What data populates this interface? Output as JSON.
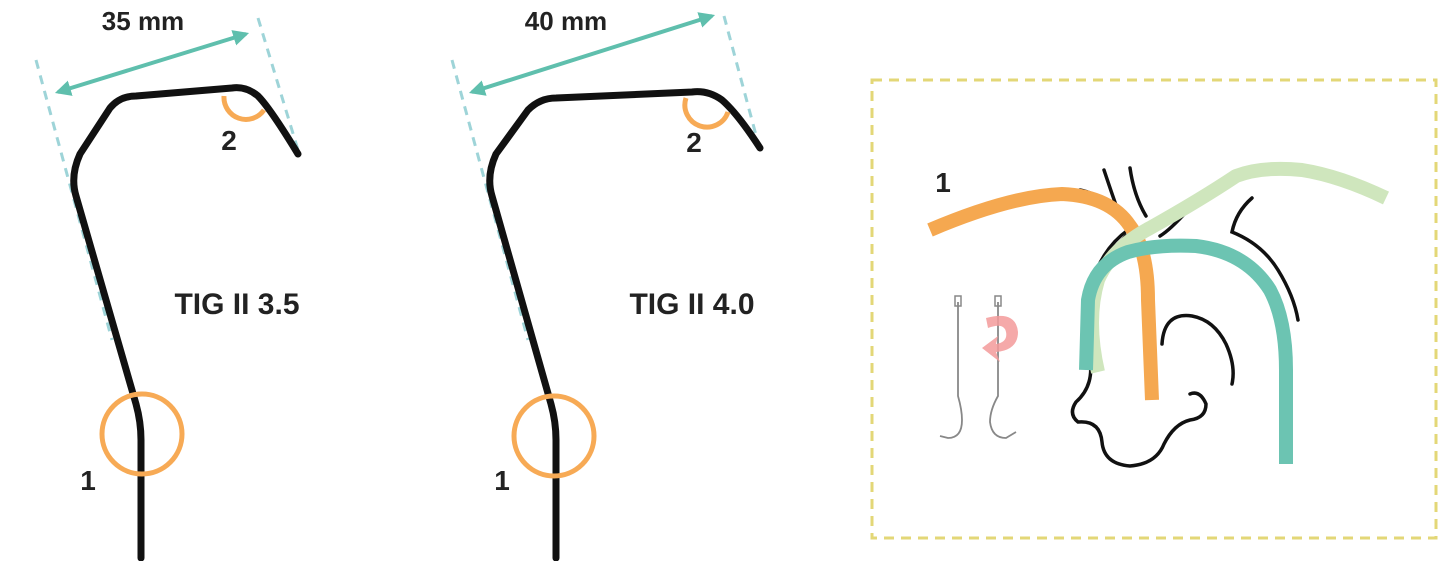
{
  "catheters": [
    {
      "model_label": "TIG II 3.5",
      "length_label": "35 mm",
      "marker_1": "1",
      "marker_2": "2"
    },
    {
      "model_label": "TIG II 4.0",
      "length_label": "40 mm",
      "marker_1": "1",
      "marker_2": "2"
    }
  ],
  "anatomy_panel": {
    "marker_1": "1"
  },
  "colors": {
    "catheter": "#111111",
    "dimension_arrow": "#5fbfad",
    "guide_dashes": "#9ed4d8",
    "highlight_marker": "#f7aa55",
    "panel_border": "#e3d777",
    "curve_orange": "#f5a850",
    "curve_light_green": "#cfe6bd",
    "curve_teal": "#6cc4b2",
    "rotation_arrow": "#f39a9a"
  }
}
